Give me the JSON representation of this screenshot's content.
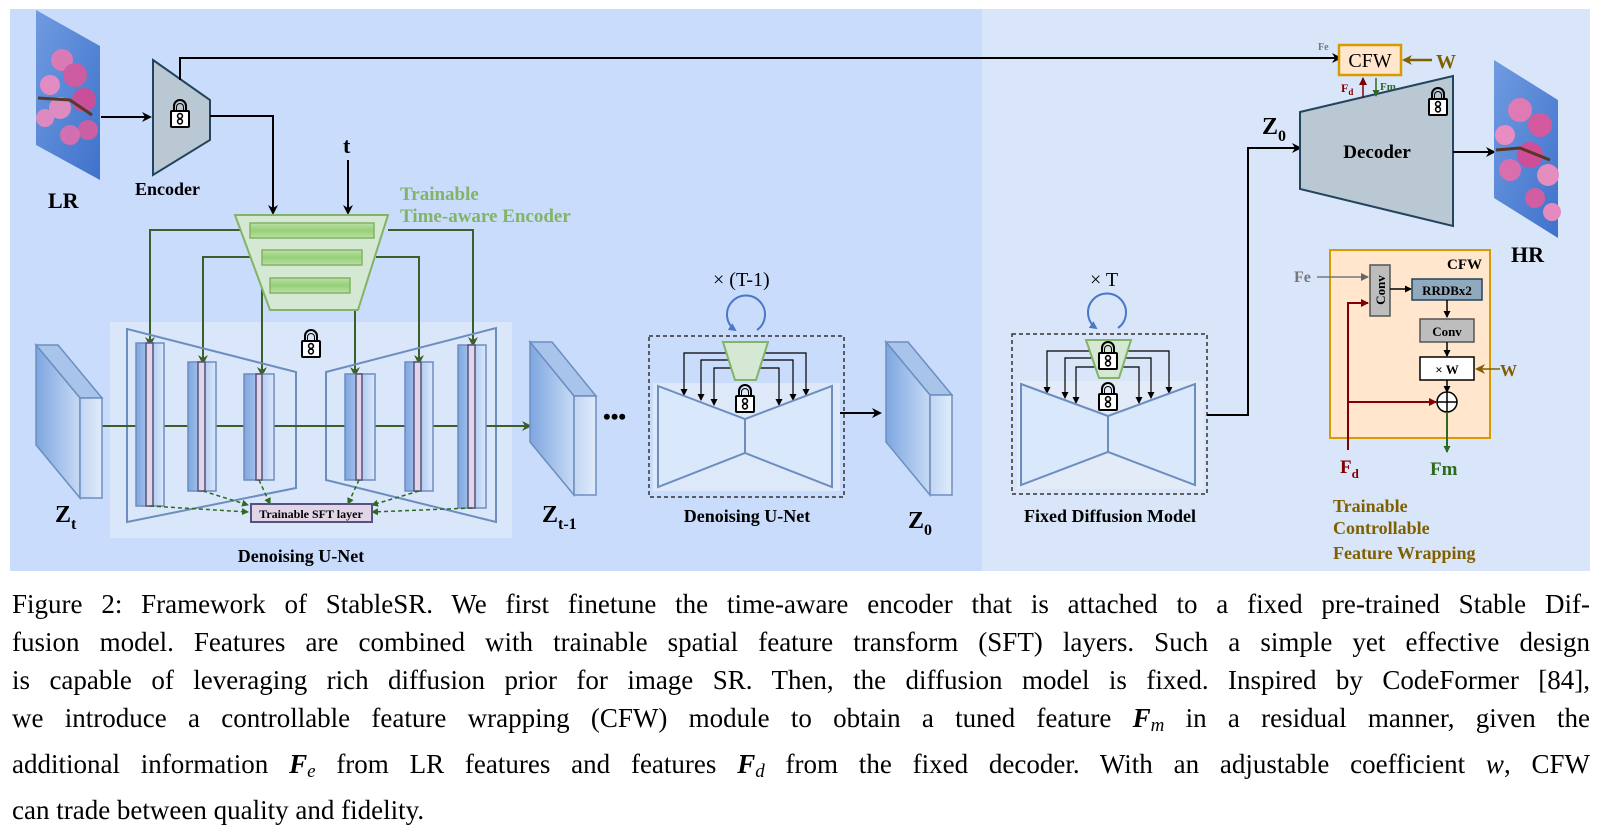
{
  "figure": {
    "lr_label": "LR",
    "hr_label": "HR",
    "encoder_label": "Encoder",
    "decoder_label": "Decoder",
    "t_label": "t",
    "trainable_encoder_label_line1": "Trainable",
    "trainable_encoder_label_line2": "Time-aware Encoder",
    "sft_label": "Trainable SFT layer",
    "denoising_unet_label": "Denoising U-Net",
    "denoising_unet_label_2": "Denoising U-Net",
    "fixed_diffusion_label": "Fixed Diffusion Model",
    "zt_main": "Z",
    "zt_sub": "t",
    "zt1_main": "Z",
    "zt1_sub": "t-1",
    "z0_main": "Z",
    "z0_sub": "0",
    "z0b_main": "Z",
    "z0b_sub": "0",
    "ellipsis": "•••",
    "loop1_label": "× (T-1)",
    "loop2_label": "× T",
    "cfw_top_label": "CFW",
    "cfw_top_fe": "Fe",
    "cfw_top_fd": "F",
    "cfw_top_fd_sub": "d",
    "cfw_top_fm": "Fm",
    "w_label": "W",
    "cfw_detail": {
      "title": "CFW",
      "fe": "Fe",
      "conv1": "Conv",
      "rrdb": "RRDBx2",
      "conv2": "Conv",
      "times_w": "× W",
      "w_in": "W",
      "fd": "F",
      "fd_sub": "d",
      "fm": "Fm",
      "caption_line1": "Trainable",
      "caption_line2": "Controllable",
      "caption_line3": "Feature Wrapping"
    },
    "colors": {
      "bg_left": "#c9dcfb",
      "bg_right": "#d9e6fa",
      "green": "#82b366",
      "green_fill": "#d5e8d4",
      "dark_green": "#3a5f2b",
      "blue_stroke": "#6c8ebf",
      "encoder_fill": "#bac8d3",
      "cfw_fill": "#ffe6cc",
      "cfw_stroke": "#d79b00",
      "brown": "#7f6000",
      "dark_red": "#7f0000",
      "fm_green": "#2d6a1f"
    }
  },
  "caption": {
    "lines": [
      "Figure 2: Framework of StableSR. We first finetune the time-aware encoder that is attached to a fixed pre-trained Stable Dif-",
      "fusion model. Features are combined with trainable spatial feature transform (SFT) layers. Such a simple yet effective design",
      "is capable of leveraging rich diffusion prior for image SR. Then, the diffusion model is fixed. Inspired by CodeFormer [84],"
    ],
    "line4_a": "we introduce a controllable feature wrapping (CFW) module to obtain a tuned feature ",
    "line4_var": "F",
    "line4_sub": "m",
    "line4_b": " in a residual manner, given the",
    "line5_a": "additional information ",
    "line5_var1": "F",
    "line5_sub1": "e",
    "line5_b": " from LR features and features ",
    "line5_var2": "F",
    "line5_sub2": "d",
    "line5_c": " from the fixed decoder. With an adjustable coefficient ",
    "line5_w": "w",
    "line5_d": ", CFW",
    "line6": "can trade between quality and fidelity."
  }
}
